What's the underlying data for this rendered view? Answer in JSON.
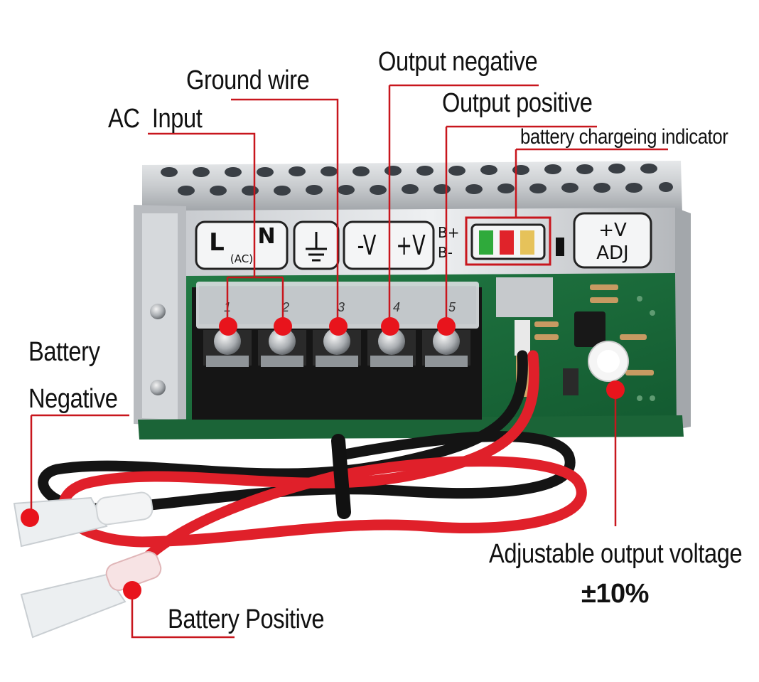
{
  "labels": {
    "output_negative": "Output negative",
    "ground_wire": "Ground wire",
    "output_positive": "Output positive",
    "ac_input": "AC  Input",
    "charging_indicator": "battery chargeing indicator",
    "battery_negative_line1": "Battery",
    "battery_negative_line2": "Negative",
    "battery_positive": "Battery Positive",
    "adjustable_voltage": "Adjustable output voltage",
    "adjustable_range": "±10%"
  },
  "panel": {
    "l": "L",
    "n": "N",
    "ac": "(AC)",
    "minus_v": "-V",
    "plus_v": "+V",
    "b_plus": "B+",
    "b_minus": "B-",
    "adj_top": "+V",
    "adj_bottom": "ADJ",
    "terminal_numbers": [
      "1",
      "2",
      "3",
      "4",
      "5"
    ]
  },
  "colors": {
    "callout_line": "#c8161d",
    "marker": "#e8141c",
    "pcb": "#1d6b3c",
    "wire_red": "#e0202a",
    "wire_black": "#141414",
    "indicator_green": "#2faa3b",
    "indicator_red": "#e0232a",
    "indicator_yellow": "#e6c25a"
  }
}
